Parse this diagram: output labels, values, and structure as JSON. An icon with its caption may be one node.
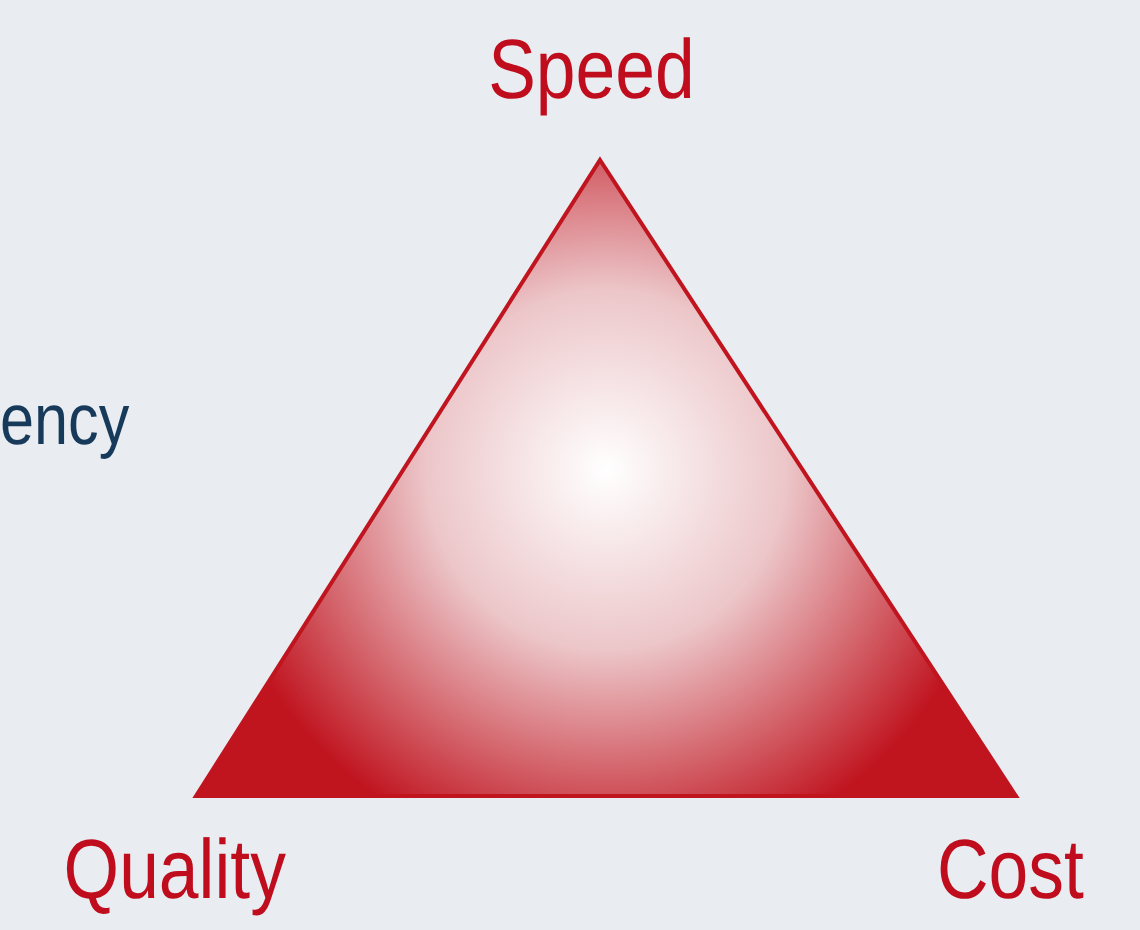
{
  "diagram": {
    "nodes": [
      {
        "text": [],
        "shape": "triangle",
        "beside": [
          "Speed",
          "Quality",
          "Cost"
        ]
      }
    ],
    "labels": [
      "ency"
    ]
  }
}
